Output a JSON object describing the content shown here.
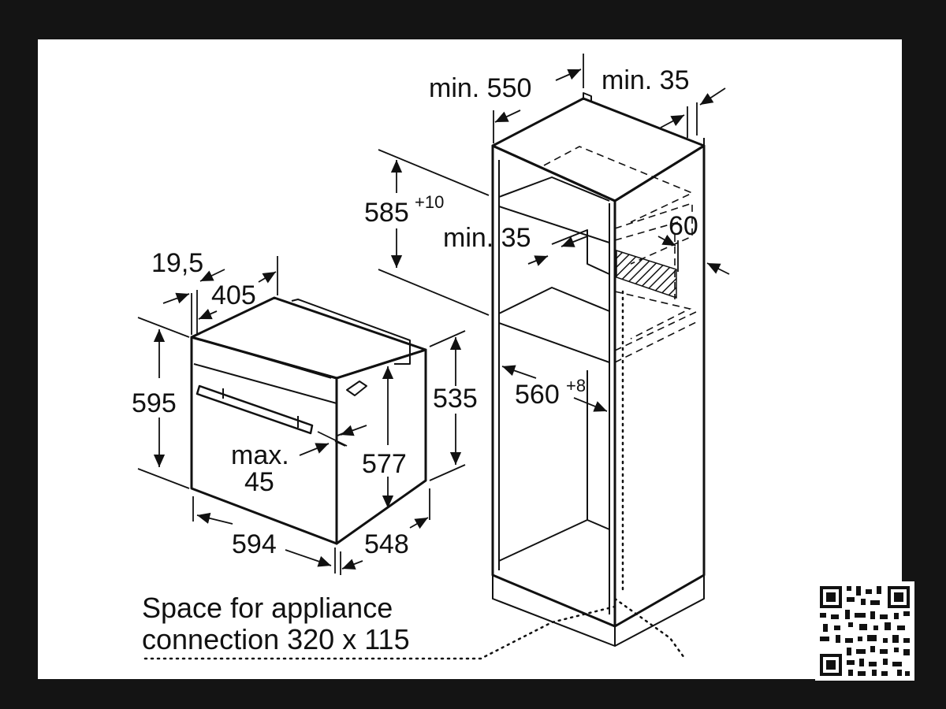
{
  "diagram": {
    "labels": {
      "cabinet_depth": "min. 550",
      "cabinet_rear_gap": "min. 35",
      "niche_height_base": "585",
      "niche_height_tol": "+10",
      "niche_inner_gap": "min. 35",
      "vent_depth": "60",
      "niche_width_base": "560",
      "niche_width_tol": "+8",
      "oven_front_thickness": "19,5",
      "oven_top_depth": "405",
      "oven_height": "595",
      "oven_body_height": "535",
      "oven_inner_height": "577",
      "oven_width": "594",
      "oven_depth": "548",
      "fascia_max_label": "max.",
      "fascia_max_value": "45"
    },
    "note": {
      "line1": "Space for appliance",
      "line2": "connection 320 x 115"
    },
    "colors": {
      "line": "#111111",
      "background": "#ffffff",
      "frame": "#141414"
    }
  }
}
